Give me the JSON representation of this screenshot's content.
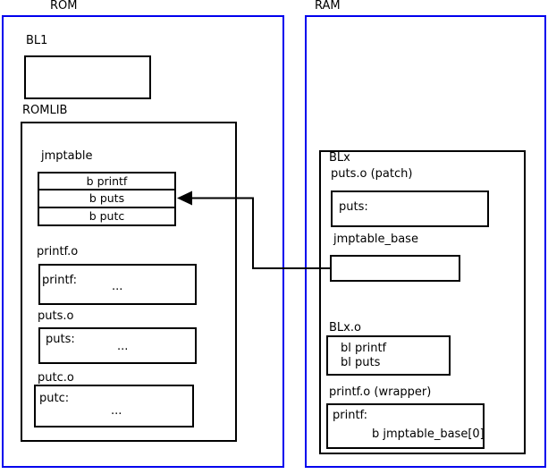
{
  "rom": {
    "label": "ROM",
    "bl1_label": "BL1",
    "romlib_label": "ROMLIB",
    "jmptable": {
      "label": "jmptable",
      "rows": [
        "b printf",
        "b puts",
        "b putc"
      ]
    },
    "printf_o": {
      "label": "printf.o",
      "symbol": "printf:",
      "body": "..."
    },
    "puts_o": {
      "label": "puts.o",
      "symbol": "puts:",
      "body": "..."
    },
    "putc_o": {
      "label": "putc.o",
      "symbol": "putc:",
      "body": "..."
    }
  },
  "ram": {
    "label": "RAM",
    "blx_label": "BLx",
    "puts_patch": {
      "label": "puts.o (patch)",
      "symbol": "puts:"
    },
    "jmptable_base_label": "jmptable_base",
    "blx_o": {
      "label": "BLx.o",
      "lines": [
        "bl printf",
        "bl puts"
      ]
    },
    "printf_wrapper": {
      "label": "printf.o (wrapper)",
      "symbol": "printf:",
      "instruction": "b jmptable_base[0]"
    }
  },
  "colors": {
    "frame_blue": "#0000ee",
    "box_black": "#000000",
    "background": "#ffffff"
  }
}
